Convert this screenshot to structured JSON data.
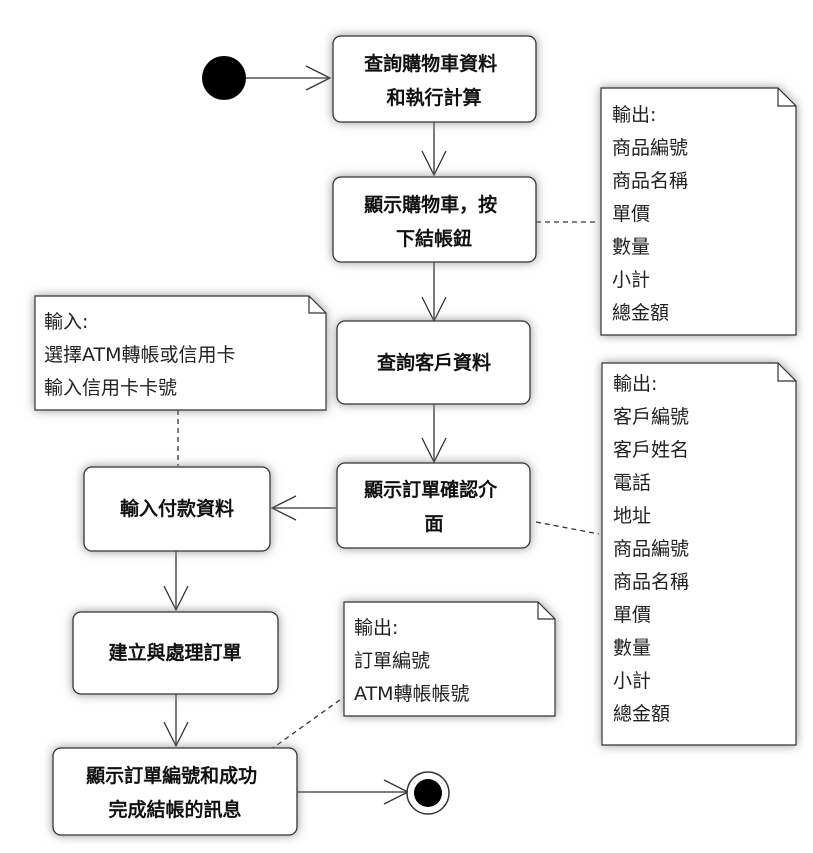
{
  "activities": {
    "a1": [
      "查詢購物車資料",
      "和執行計算"
    ],
    "a2": [
      "顯示購物車，按",
      "下結帳鈕"
    ],
    "a3": [
      "查詢客戶資料"
    ],
    "a4": [
      "顯示訂單確認介",
      "面"
    ],
    "a5": [
      "輸入付款資料"
    ],
    "a6": [
      "建立與處理訂單"
    ],
    "a7": [
      "顯示訂單編號和成功",
      "完成結帳的訊息"
    ]
  },
  "notes": {
    "n1": [
      "輸出:",
      "商品編號",
      "商品名稱",
      "單價",
      "數量",
      "小計",
      "總金額"
    ],
    "n2": [
      "輸入:",
      "選擇ATM轉帳或信用卡",
      "輸入信用卡卡號"
    ],
    "n3": [
      "輸出:",
      "客戶編號",
      "客戶姓名",
      "電話",
      "地址",
      "商品編號",
      "商品名稱",
      "單價",
      "數量",
      "小計",
      "總金額"
    ],
    "n4": [
      "輸出:",
      "訂單編號",
      "ATM轉帳帳號"
    ]
  }
}
